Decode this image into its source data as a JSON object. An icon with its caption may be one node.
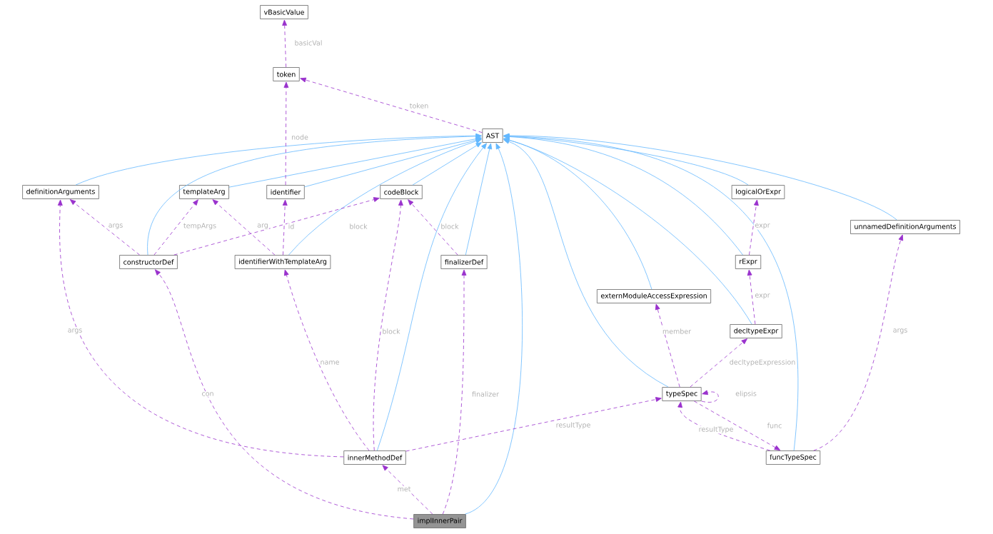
{
  "diagram": {
    "nodes": [
      {
        "text": [
          "vBasicValue"
        ]
      },
      {
        "text": [
          "token"
        ]
      },
      {
        "text": [
          "AST"
        ]
      },
      {
        "text": [
          "definitionArguments"
        ]
      },
      {
        "text": [
          "templateArg"
        ]
      },
      {
        "text": [
          "identifier"
        ]
      },
      {
        "text": [
          "codeBlock"
        ]
      },
      {
        "text": [
          "logicalOrExpr"
        ]
      },
      {
        "text": [
          "unnamedDefinitionArguments"
        ]
      },
      {
        "text": [
          "constructorDef"
        ]
      },
      {
        "text": [
          "identifierWithTemplateArg"
        ]
      },
      {
        "text": [
          "finalizerDef"
        ]
      },
      {
        "text": [
          "rExpr"
        ]
      },
      {
        "text": [
          "externModuleAccessExpression"
        ]
      },
      {
        "text": [
          "decltypeExpr"
        ]
      },
      {
        "text": [
          "typeSpec"
        ]
      },
      {
        "text": [
          "innerMethodDef"
        ]
      },
      {
        "text": [
          "funcTypeSpec"
        ]
      },
      {
        "text": [
          "implInnerPair"
        ]
      }
    ],
    "edges": [
      {
        "from": 3,
        "to": 2,
        "arrow": "to",
        "color": "#63b8ff"
      },
      {
        "from": 9,
        "to": 2,
        "arrow": "to",
        "color": "#63b8ff"
      },
      {
        "from": 4,
        "to": 2,
        "arrow": "to",
        "color": "#63b8ff"
      },
      {
        "from": 5,
        "to": 2,
        "arrow": "to",
        "color": "#63b8ff"
      },
      {
        "from": 10,
        "to": 2,
        "arrow": "to",
        "color": "#63b8ff"
      },
      {
        "from": 6,
        "to": 2,
        "arrow": "to",
        "color": "#63b8ff"
      },
      {
        "from": 16,
        "to": 2,
        "arrow": "to",
        "color": "#63b8ff"
      },
      {
        "from": 11,
        "to": 2,
        "arrow": "to",
        "color": "#63b8ff"
      },
      {
        "from": 18,
        "to": 2,
        "arrow": "to",
        "color": "#63b8ff"
      },
      {
        "from": 15,
        "to": 2,
        "arrow": "to",
        "color": "#63b8ff"
      },
      {
        "from": 13,
        "to": 2,
        "arrow": "to",
        "color": "#63b8ff"
      },
      {
        "from": 14,
        "to": 2,
        "arrow": "to",
        "color": "#63b8ff"
      },
      {
        "from": 12,
        "to": 2,
        "arrow": "to",
        "color": "#63b8ff"
      },
      {
        "from": 7,
        "to": 2,
        "arrow": "to",
        "color": "#63b8ff"
      },
      {
        "from": 17,
        "to": 2,
        "arrow": "to",
        "color": "#63b8ff"
      },
      {
        "from": 8,
        "to": 2,
        "arrow": "to",
        "color": "#63b8ff"
      },
      {
        "from": 1,
        "to": 0,
        "arrow": "to",
        "style": "dashed",
        "label": "basicVal"
      },
      {
        "from": 2,
        "to": 1,
        "arrow": "to",
        "style": "dashed",
        "label": "token"
      },
      {
        "from": 5,
        "to": 1,
        "arrow": "to",
        "style": "dashed",
        "label": "node"
      },
      {
        "from": 9,
        "to": 3,
        "arrow": "to",
        "style": "dashed",
        "label": "args"
      },
      {
        "from": 9,
        "to": 4,
        "arrow": "to",
        "style": "dashed",
        "label": "tempArgs"
      },
      {
        "from": 10,
        "to": 4,
        "arrow": "to",
        "style": "dashed",
        "label": "arg"
      },
      {
        "from": 10,
        "to": 5,
        "arrow": "to",
        "style": "dashed",
        "label": "id"
      },
      {
        "from": 9,
        "to": 6,
        "arrow": "to",
        "style": "dashed",
        "label": "block"
      },
      {
        "from": 11,
        "to": 6,
        "arrow": "to",
        "style": "dashed",
        "label": "block"
      },
      {
        "from": 12,
        "to": 7,
        "arrow": "to",
        "style": "dashed",
        "label": "expr"
      },
      {
        "from": 17,
        "to": 8,
        "arrow": "to",
        "style": "dashed",
        "label": "args"
      },
      {
        "from": 16,
        "to": 3,
        "arrow": "to",
        "style": "dashed",
        "label": "args"
      },
      {
        "from": 18,
        "to": 9,
        "arrow": "to",
        "style": "dashed",
        "label": "con"
      },
      {
        "from": 16,
        "to": 10,
        "arrow": "to",
        "style": "dashed",
        "label": "name"
      },
      {
        "from": 16,
        "to": 6,
        "arrow": "to",
        "style": "dashed",
        "label": "block"
      },
      {
        "from": 18,
        "to": 11,
        "arrow": "to",
        "style": "dashed",
        "label": "finalizer"
      },
      {
        "from": 14,
        "to": 12,
        "arrow": "to",
        "style": "dashed",
        "label": "expr"
      },
      {
        "from": 15,
        "to": 13,
        "arrow": "to",
        "style": "dashed",
        "label": "member"
      },
      {
        "from": 15,
        "to": 14,
        "arrow": "to",
        "style": "dashed",
        "label": "decltypeExpression"
      },
      {
        "from": 15,
        "to": 15,
        "arrow": "to",
        "style": "dashed",
        "label": "elipsis"
      },
      {
        "from": 16,
        "to": 15,
        "arrow": "to",
        "style": "dashed",
        "label": "resultType"
      },
      {
        "from": 17,
        "to": 15,
        "arrow": "to",
        "style": "dashed",
        "label": "resultType"
      },
      {
        "from": 15,
        "to": 17,
        "arrow": "to",
        "style": "dashed",
        "label": "func"
      },
      {
        "from": 18,
        "to": 16,
        "arrow": "to",
        "style": "dashed",
        "label": "met"
      }
    ]
  }
}
